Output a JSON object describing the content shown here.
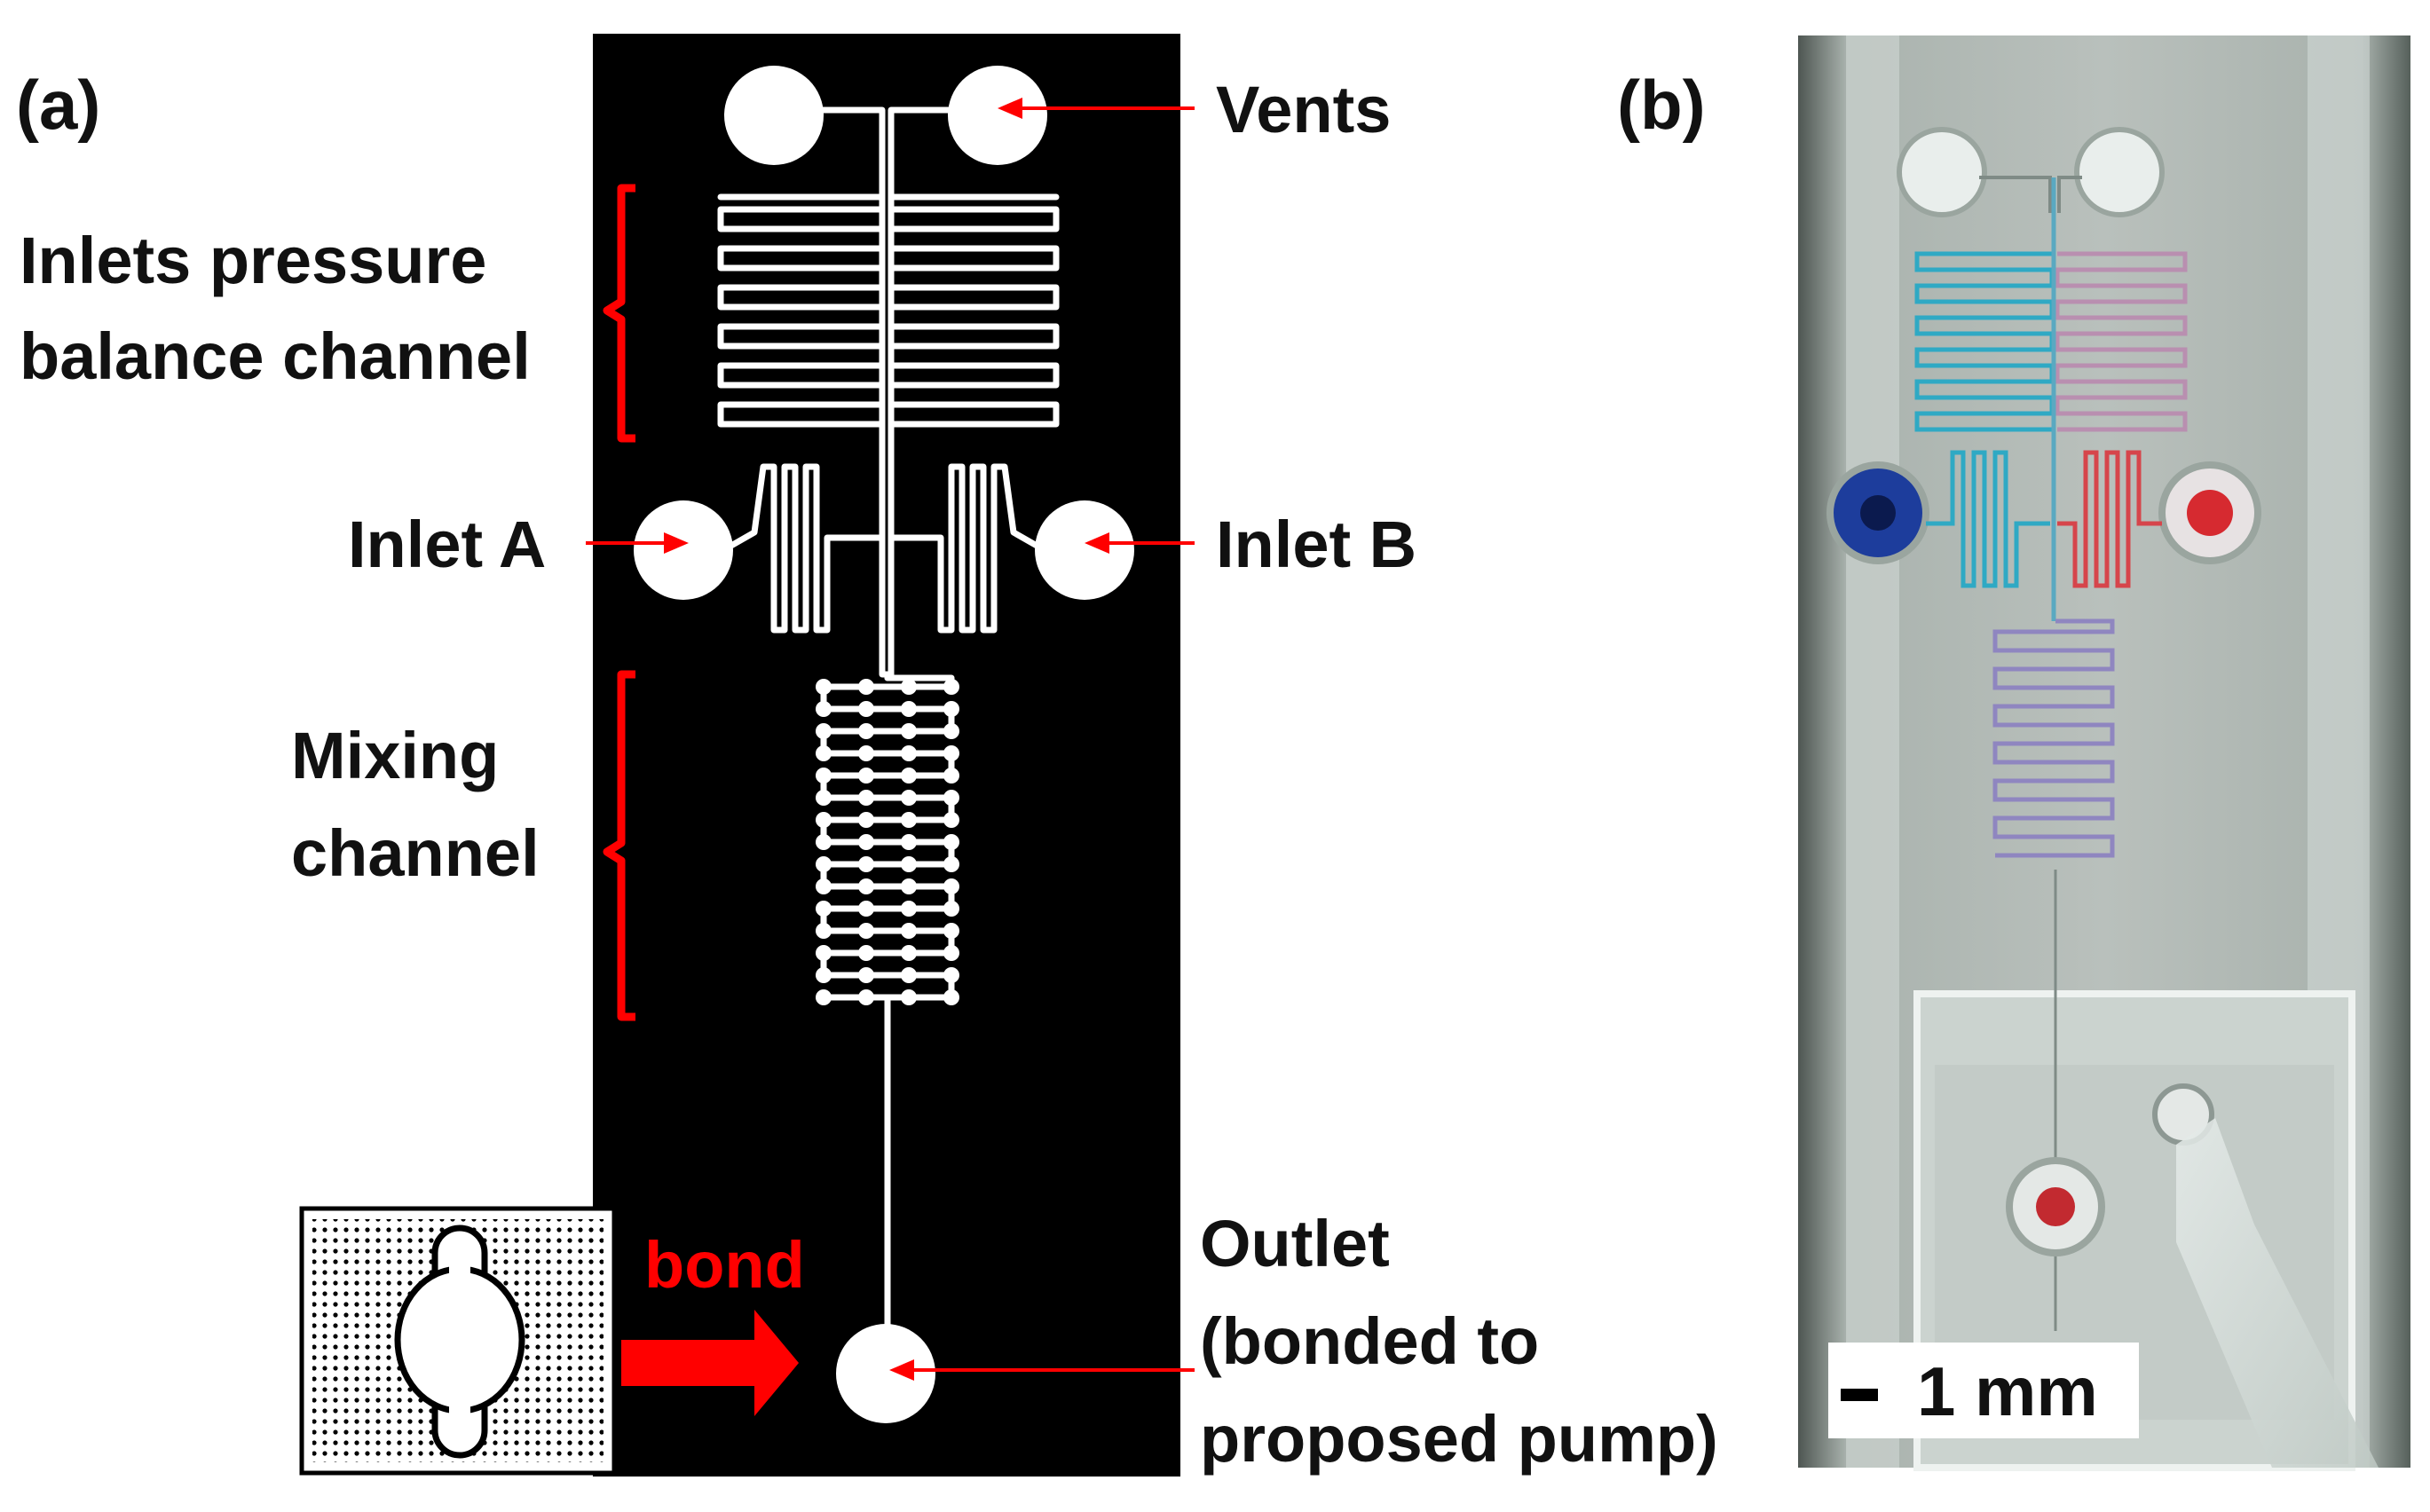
{
  "panel_a": {
    "letter": "(a)",
    "labels": {
      "vents": "Vents",
      "inlets_line1": "Inlets pressure",
      "inlets_line2": "balance channel",
      "inlet_a": "Inlet A",
      "inlet_b": "Inlet B",
      "mixing_line1": "Mixing",
      "mixing_line2": "channel",
      "outlet_line1": "Outlet",
      "outlet_line2": "(bonded to",
      "outlet_line3": "proposed pump)",
      "bond": "bond"
    }
  },
  "panel_b": {
    "letter": "(b)",
    "scale_text": "1 mm",
    "dyes": {
      "inlet_a": "blue",
      "inlet_b": "red"
    }
  },
  "colors": {
    "mask_background": "#000000",
    "channel": "#ffffff",
    "annotation": "#ff0000",
    "dye_blue": "#2fa9c4",
    "dye_red": "#d6454b",
    "dye_mixed": "#8f86c0"
  }
}
